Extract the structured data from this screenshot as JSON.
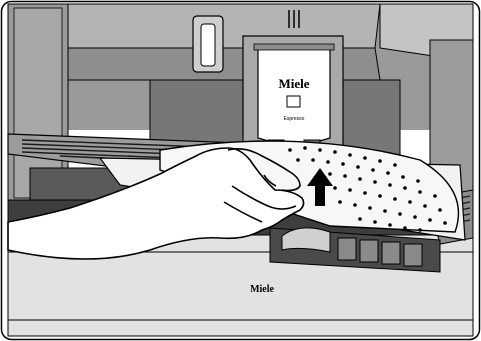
{
  "illustration": {
    "dispenser_brand": "Miele",
    "dispenser_label": "Espresso",
    "front_panel_brand": "Miele"
  },
  "colors": {
    "machine_grey": "#8c8c8c",
    "dark_grey": "#5a5a5a",
    "light_grey": "#c8c8c8",
    "outline": "#000000",
    "skin": "#ffffff"
  }
}
